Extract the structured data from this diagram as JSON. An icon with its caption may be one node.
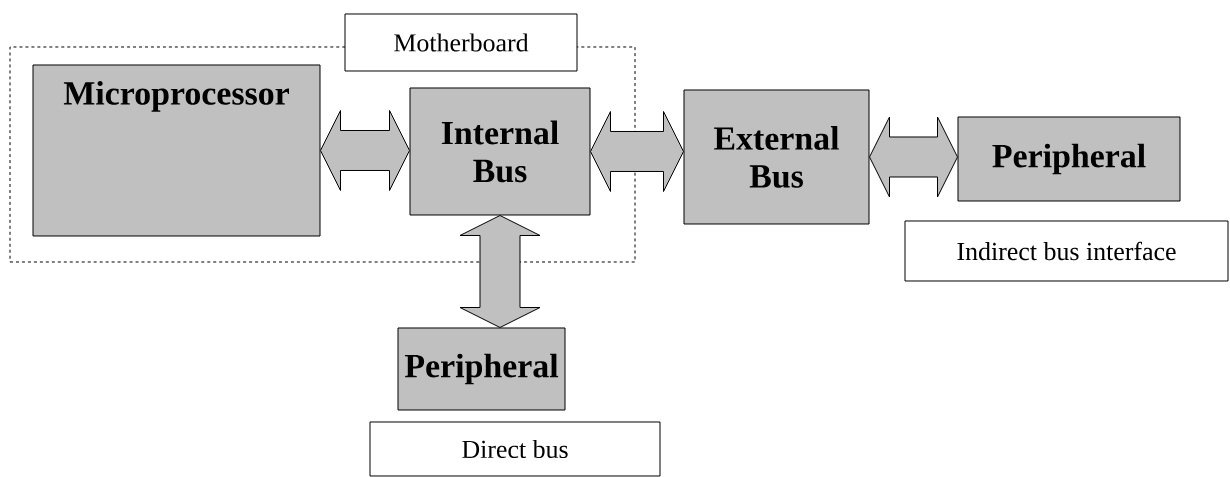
{
  "diagram": {
    "nodes": [
      {
        "text": [
          "Motherboard"
        ]
      },
      {
        "text": [
          "Microprocessor"
        ],
        "in": 0
      },
      {
        "text": [
          "Internal Bus"
        ],
        "in": 0
      },
      {
        "text": [
          "External Bus"
        ]
      },
      {
        "text": [
          "Peripheral"
        ]
      },
      {
        "text": [
          "Peripheral"
        ]
      },
      {
        "text": [
          "Indirect bus interface"
        ]
      },
      {
        "text": [
          "Direct bus"
        ]
      }
    ],
    "edges": [
      {
        "from": 1,
        "to": 2,
        "arrow": "both"
      },
      {
        "from": 2,
        "to": 3,
        "arrow": "both"
      },
      {
        "from": 3,
        "to": 4,
        "arrow": "both"
      },
      {
        "from": 2,
        "to": 5,
        "arrow": "both"
      }
    ]
  }
}
